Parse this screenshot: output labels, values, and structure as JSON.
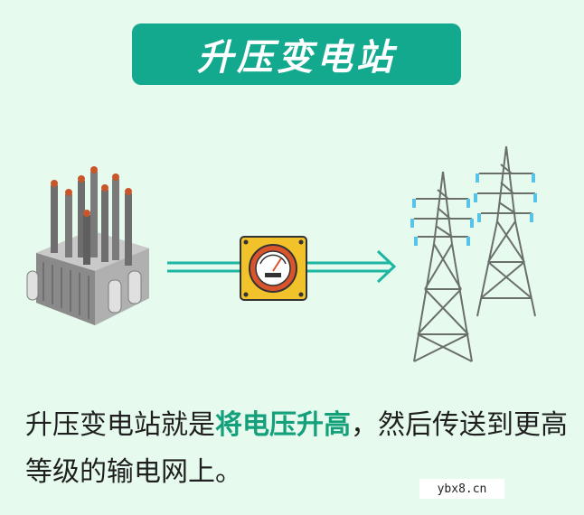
{
  "title": "升压变电站",
  "description": {
    "part1": "升压变电站就是",
    "highlight": "将电压升高",
    "part2": "，然后传送到更高等级的输电网上。"
  },
  "watermark": "ybx8.cn",
  "colors": {
    "background": "#e6fbee",
    "title_badge": "#12a98e",
    "highlight": "#13a07a",
    "arrow": "#1cb6a3"
  },
  "icons": [
    "transformer-icon",
    "voltage-meter-icon",
    "transmission-tower-icon"
  ]
}
